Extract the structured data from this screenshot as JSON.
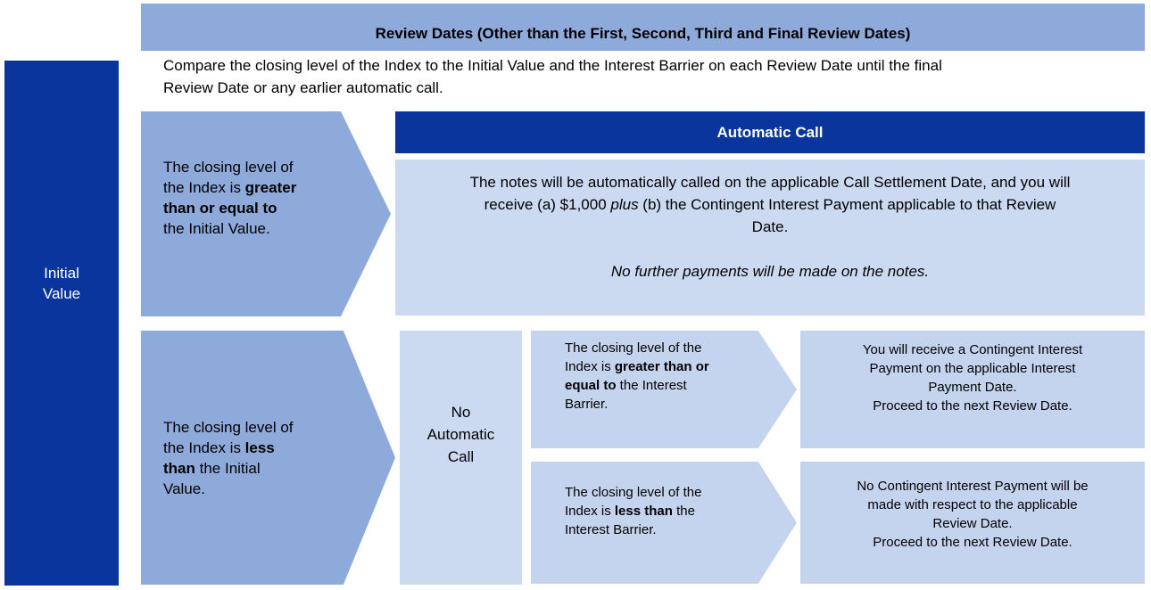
{
  "colors": {
    "dark_blue": "#0A359C",
    "medium_blue": "#8EAADB",
    "light_blue": "#CBD9F1",
    "lighter_blue": "#C5D4EE",
    "text_black": "#000000",
    "text_white": "#FFFFFF"
  },
  "header": {
    "title": "Review Dates (Other than the First, Second, Third and Final Review Dates)"
  },
  "intro": {
    "text": "Compare the closing level of the Index to the Initial Value and the Interest Barrier on each Review Date until the final\nReview Date or any earlier automatic call."
  },
  "left_rail": {
    "label": "Initial\nValue"
  },
  "branch_call": {
    "condition_segments": [
      {
        "text": "The closing level of\nthe Index is "
      },
      {
        "text": "greater\nthan or equal to",
        "bold": true
      },
      {
        "text": "\nthe Initial Value."
      }
    ],
    "header": "Automatic Call",
    "body_segments": [
      {
        "text": "The notes will be automatically called on the applicable Call Settlement Date, and you will\nreceive (a) $1,000 "
      },
      {
        "text": "plus",
        "italic": true
      },
      {
        "text": " (b) the Contingent Interest Payment applicable to that Review\nDate."
      }
    ],
    "note": "No further payments will be made on the notes."
  },
  "branch_nocall": {
    "condition_segments": [
      {
        "text": "The closing level of\nthe Index is "
      },
      {
        "text": "less\nthan",
        "bold": true
      },
      {
        "text": " the Initial\nValue."
      }
    ],
    "label": "No\nAutomatic\nCall",
    "sub_branches": [
      {
        "condition_segments": [
          {
            "text": "The closing level of the\nIndex is "
          },
          {
            "text": "greater than or\nequal to",
            "bold": true
          },
          {
            "text": " the Interest\nBarrier."
          }
        ],
        "outcome": "You will receive a Contingent Interest\nPayment on the applicable Interest\nPayment Date.\nProceed to the next Review Date."
      },
      {
        "condition_segments": [
          {
            "text": "The closing level of the\nIndex is "
          },
          {
            "text": "less than",
            "bold": true
          },
          {
            "text": " the\nInterest Barrier."
          }
        ],
        "outcome": "No Contingent Interest Payment will be\nmade with respect to the applicable\nReview Date.\nProceed to the next Review Date."
      }
    ]
  }
}
